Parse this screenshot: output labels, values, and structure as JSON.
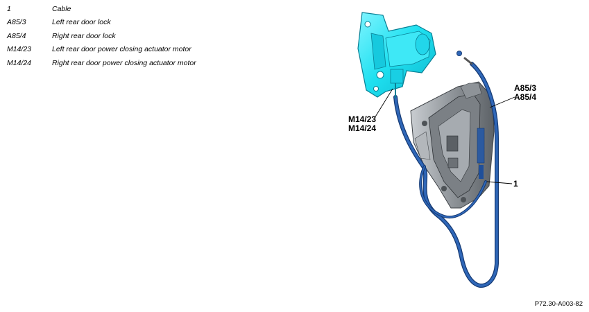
{
  "legend": [
    {
      "key": "1",
      "description": "Cable"
    },
    {
      "key": "A85/3",
      "description": "Left rear door lock"
    },
    {
      "key": "A85/4",
      "description": "Right rear door lock"
    },
    {
      "key": "M14/23",
      "description": "Left rear door power closing actuator motor"
    },
    {
      "key": "M14/24",
      "description": "Right rear door power closing actuator motor"
    }
  ],
  "callouts": {
    "lock_line1": "A85/3",
    "lock_line2": "A85/4",
    "motor_line1": "M14/23",
    "motor_line2": "M14/24",
    "cable": "1"
  },
  "figure_id": "P72.30-A003-82",
  "colors": {
    "motor": "#1ee0f0",
    "motor_edge": "#0a7f94",
    "cable": "#1f4f9a",
    "cable_dark": "#163a73",
    "lock_body": "#9ea3a8",
    "lock_dark": "#565b60"
  }
}
